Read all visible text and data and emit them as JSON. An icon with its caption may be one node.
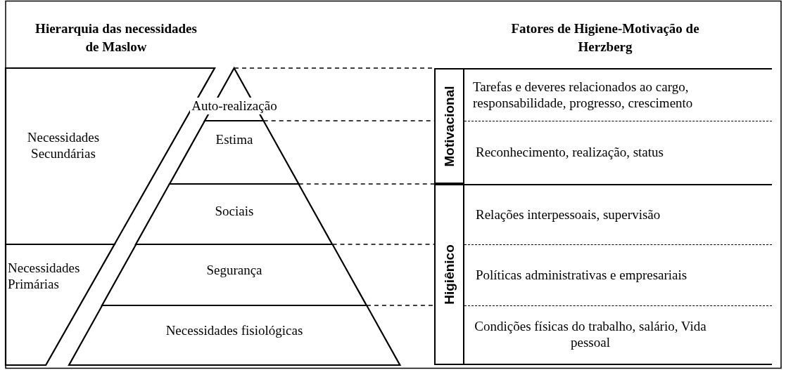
{
  "diagram": {
    "nodes": [
      {
        "text": [
          "Necessidades Secundárias"
        ]
      },
      {
        "text": [
          "Necessidades Primárias"
        ]
      },
      {
        "text": [
          "Auto-realização"
        ]
      },
      {
        "text": [
          "Estima"
        ]
      },
      {
        "text": [
          "Sociais"
        ]
      },
      {
        "text": [
          "Segurança"
        ]
      },
      {
        "text": [
          "Necessidades fisiológicas"
        ]
      },
      {
        "text": [
          "Motivacional"
        ]
      },
      {
        "text": [
          "Tarefas e deveres relacionados ao cargo, responsabilidade, progresso, crescimento"
        ]
      },
      {
        "text": [
          "Reconhecimento, realização, status"
        ]
      },
      {
        "text": [
          "Higiênico"
        ]
      },
      {
        "text": [
          "Relações interpessoais, supervisão"
        ]
      },
      {
        "text": [
          "Políticas administrativas e empresariais"
        ]
      },
      {
        "text": [
          "Condições físicas do trabalho, salário, Vida pessoal"
        ]
      }
    ],
    "labels": [
      "Hierarquia das necessidades de Maslow",
      "Fatores de Higiene-Motivação de Herzberg"
    ]
  }
}
